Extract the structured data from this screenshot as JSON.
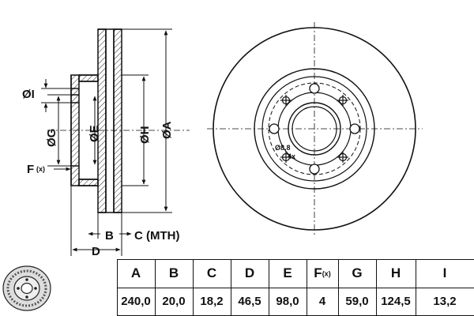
{
  "drawing": {
    "side_labels": {
      "I": "ØI",
      "G": "ØG",
      "E": "ØE",
      "H": "ØH",
      "A": "ØA",
      "F": "F",
      "F_suffix": "(x)",
      "B": "B",
      "C": "C (MTH)",
      "D": "D"
    },
    "front_labels": {
      "bolt_hole": "Ø8,8",
      "bolt_count": "4x"
    }
  },
  "table": {
    "headers": [
      "A",
      "B",
      "C",
      "D",
      "E",
      "F",
      "G",
      "H",
      "I"
    ],
    "header_F_suffix": "(x)",
    "values": [
      "240,0",
      "20,0",
      "18,2",
      "46,5",
      "98,0",
      "4",
      "59,0",
      "124,5",
      "13,2"
    ]
  }
}
